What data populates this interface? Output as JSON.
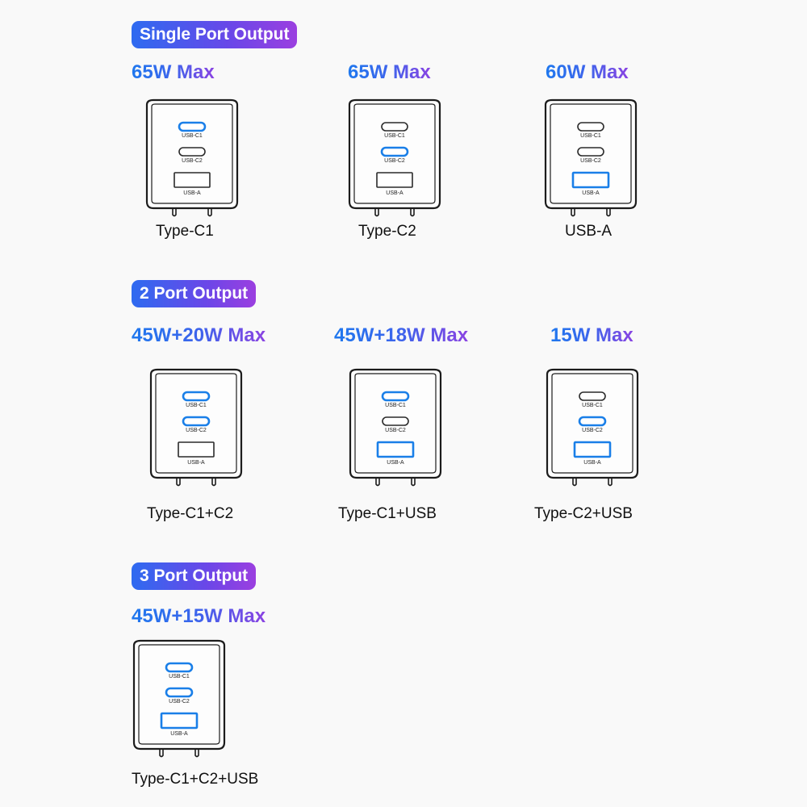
{
  "sections": [
    {
      "title": "Single Port Output",
      "items": [
        {
          "watt": "65W Max",
          "label": "Type-C1",
          "active": {
            "c1": true,
            "c2": false,
            "a": false
          }
        },
        {
          "watt": "65W Max",
          "label": "Type-C2",
          "active": {
            "c1": false,
            "c2": true,
            "a": false
          }
        },
        {
          "watt": "60W Max",
          "label": "USB-A",
          "active": {
            "c1": false,
            "c2": false,
            "a": true
          }
        }
      ]
    },
    {
      "title": "2 Port Output",
      "items": [
        {
          "watt": "45W+20W Max",
          "label": "Type-C1+C2",
          "active": {
            "c1": true,
            "c2": true,
            "a": false
          }
        },
        {
          "watt": "45W+18W Max",
          "label": "Type-C1+USB",
          "active": {
            "c1": true,
            "c2": false,
            "a": true
          }
        },
        {
          "watt": "15W Max",
          "label": "Type-C2+USB",
          "active": {
            "c1": false,
            "c2": true,
            "a": true
          }
        }
      ]
    },
    {
      "title": "3 Port Output",
      "items": [
        {
          "watt": "45W+15W Max",
          "label": "Type-C1+C2+USB",
          "active": {
            "c1": true,
            "c2": true,
            "a": true
          }
        }
      ]
    }
  ],
  "port_labels": {
    "c1": "USB-C1",
    "c2": "USB-C2",
    "a": "USB-A"
  },
  "colors": {
    "active": "#1a7fe8",
    "inactive": "#2a2a2a",
    "badge_start": "#2e6bf0",
    "badge_end": "#9b3fe0"
  }
}
